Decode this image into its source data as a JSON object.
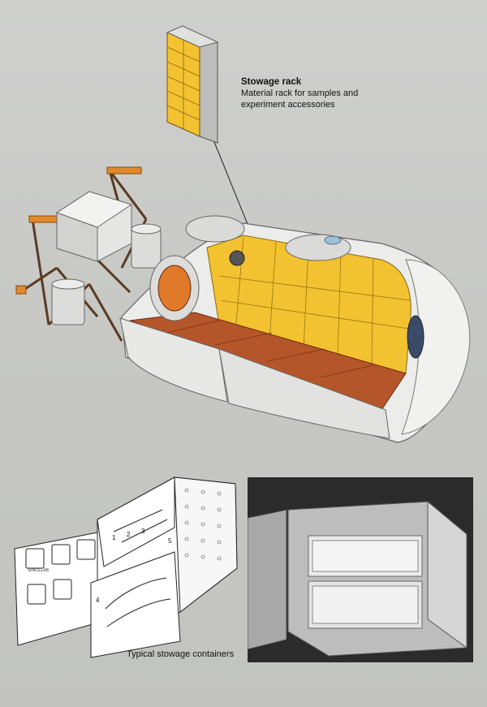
{
  "stowage_rack": {
    "title": "Stowage rack",
    "description_line1": "Material rack for samples and",
    "description_line2": "experiment accessories"
  },
  "containers_caption": "Typical stowage containers",
  "drawer_labels": [
    "1",
    "2",
    "3",
    "4",
    "5"
  ],
  "container_tag_text": "SPACELAB",
  "colors": {
    "background": "#c9c9c6",
    "rack_yellow": "#f2c230",
    "floor_brown": "#b5562a",
    "module_white": "#ececea"
  }
}
